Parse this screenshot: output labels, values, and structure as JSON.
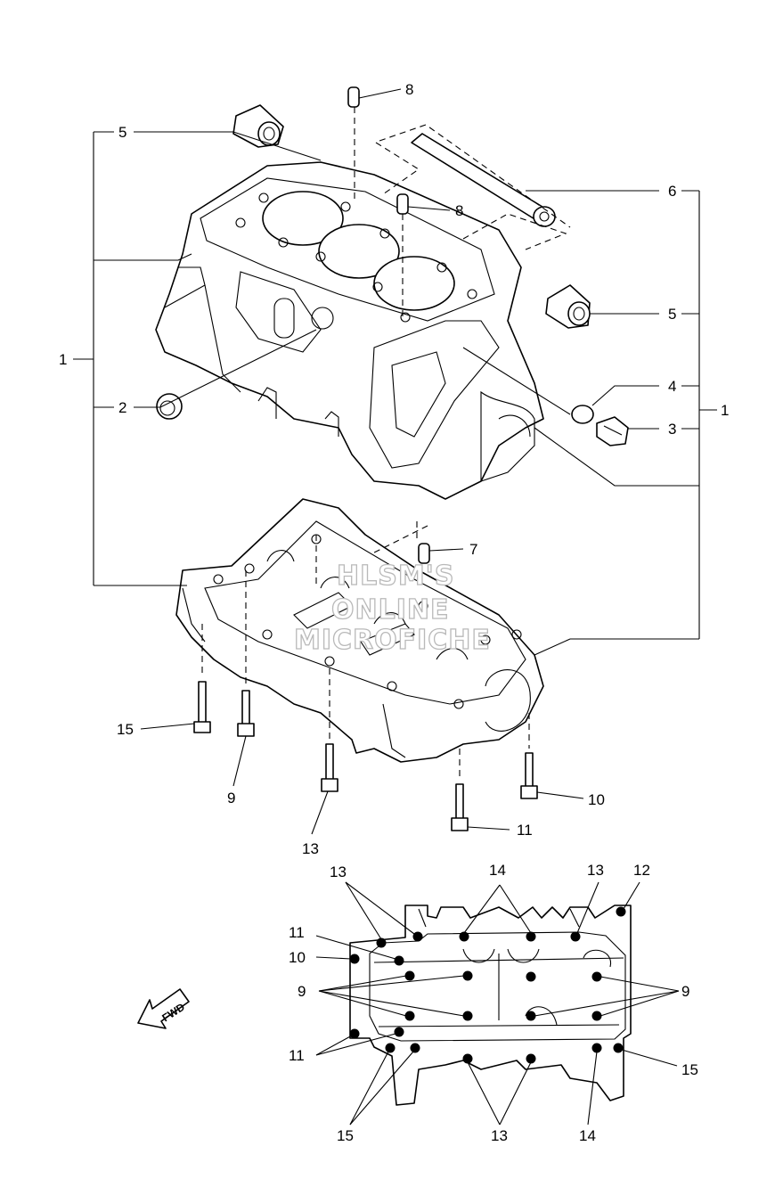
{
  "callouts": {
    "c1_left": "1",
    "c1_right": "1",
    "c2": "2",
    "c3": "3",
    "c4": "4",
    "c5_left": "5",
    "c5_right": "5",
    "c6": "6",
    "c7": "7",
    "c8_top": "8",
    "c8_mid": "8",
    "c9_bolt": "9",
    "c10_bolt": "10",
    "c11_bolt": "11",
    "c13_bolt": "13",
    "c15_bolt": "15",
    "d13_tl": "13",
    "d14_top": "14",
    "d13_tr": "13",
    "d12": "12",
    "d11_top": "11",
    "d10": "10",
    "d9_left": "9",
    "d9_right": "9",
    "d11_bottom": "11",
    "d15_bl": "15",
    "d13_bottom": "13",
    "d14_bottom": "14",
    "d15_right": "15"
  },
  "fwd_label": "FWD",
  "watermark": [
    "HLSM'S",
    "ONLINE",
    "MICROFICHE"
  ]
}
